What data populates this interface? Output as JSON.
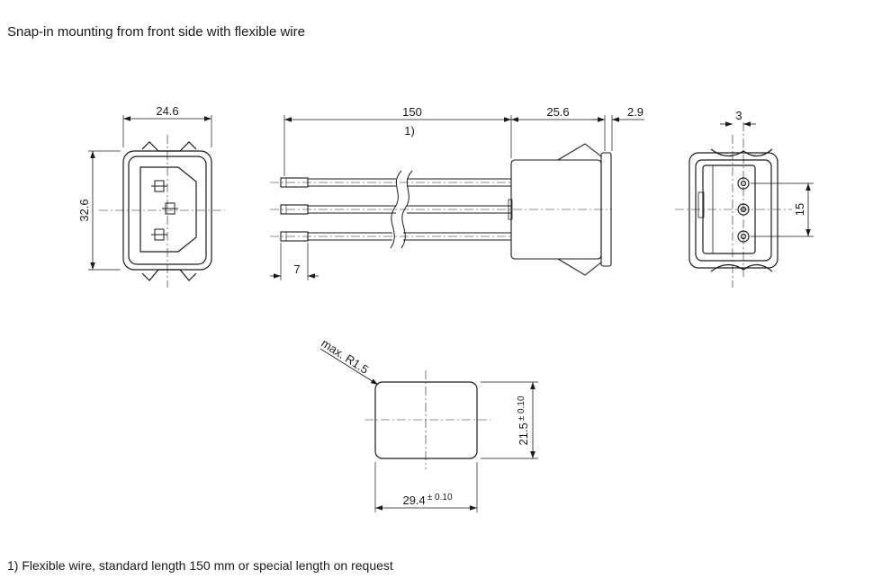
{
  "header": {
    "title": "Snap-in mounting from front side with flexible wire"
  },
  "front_view": {
    "width": "24.6",
    "height": "32.6"
  },
  "side_view": {
    "wire_length": "150",
    "wire_note": "1)",
    "body_length": "25.6",
    "flange": "2.9",
    "stripped_length": "7"
  },
  "rear_view": {
    "pin_offset": "3",
    "pin_span": "15"
  },
  "cutout": {
    "radius": "max. R1.5",
    "width": "29.4",
    "width_tol": "± 0.10",
    "height": "21.5",
    "height_tol": "± 0.10"
  },
  "footnote": {
    "text": "1) Flexible wire, standard length 150 mm or special length on request"
  }
}
